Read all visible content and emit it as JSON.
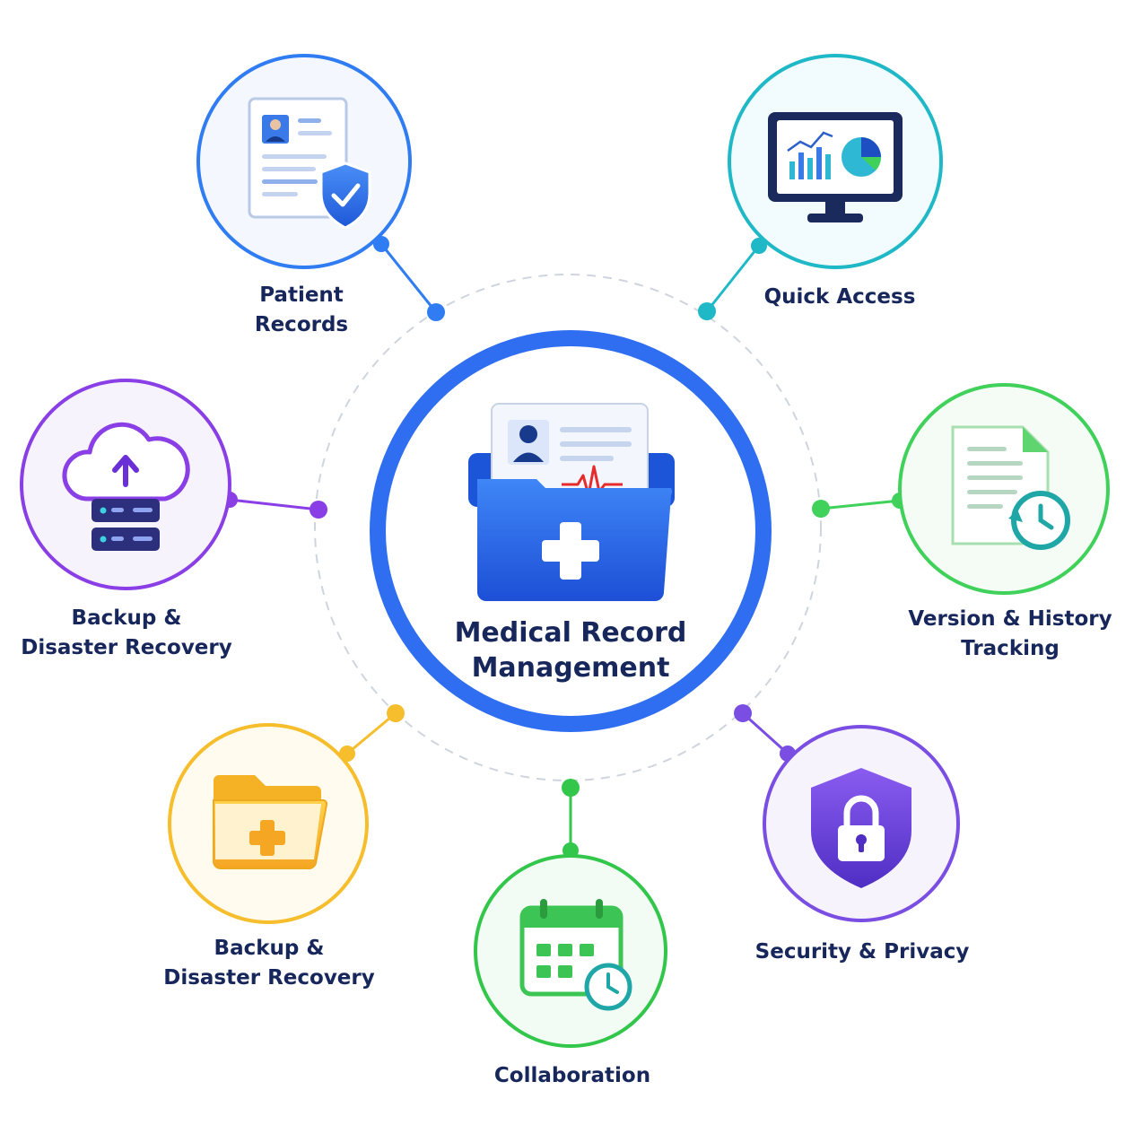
{
  "center": {
    "title": "Medical Record\nManagement",
    "color": "#2f6ef0"
  },
  "features": [
    {
      "id": "patient-records",
      "label": "Patient\nRecords",
      "icon": "record-shield-icon",
      "color": "#2f7cf3"
    },
    {
      "id": "quick-access",
      "label": "Quick Access",
      "icon": "monitor-chart-icon",
      "color": "#1fb8c7"
    },
    {
      "id": "version-history",
      "label": "Version & History\nTracking",
      "icon": "document-history-icon",
      "color": "#3fd15a"
    },
    {
      "id": "security-privacy",
      "label": "Security & Privacy",
      "icon": "shield-lock-icon",
      "color": "#7a4de3"
    },
    {
      "id": "collaboration",
      "label": "Collaboration",
      "icon": "calendar-clock-icon",
      "color": "#32c64a"
    },
    {
      "id": "backup-folder",
      "label": "Backup &\nDisaster Recovery",
      "icon": "medical-folder-icon",
      "color": "#f6be2c"
    },
    {
      "id": "backup-cloud",
      "label": "Backup &\nDisaster Recovery",
      "icon": "cloud-server-icon",
      "color": "#8a3fe6"
    }
  ]
}
